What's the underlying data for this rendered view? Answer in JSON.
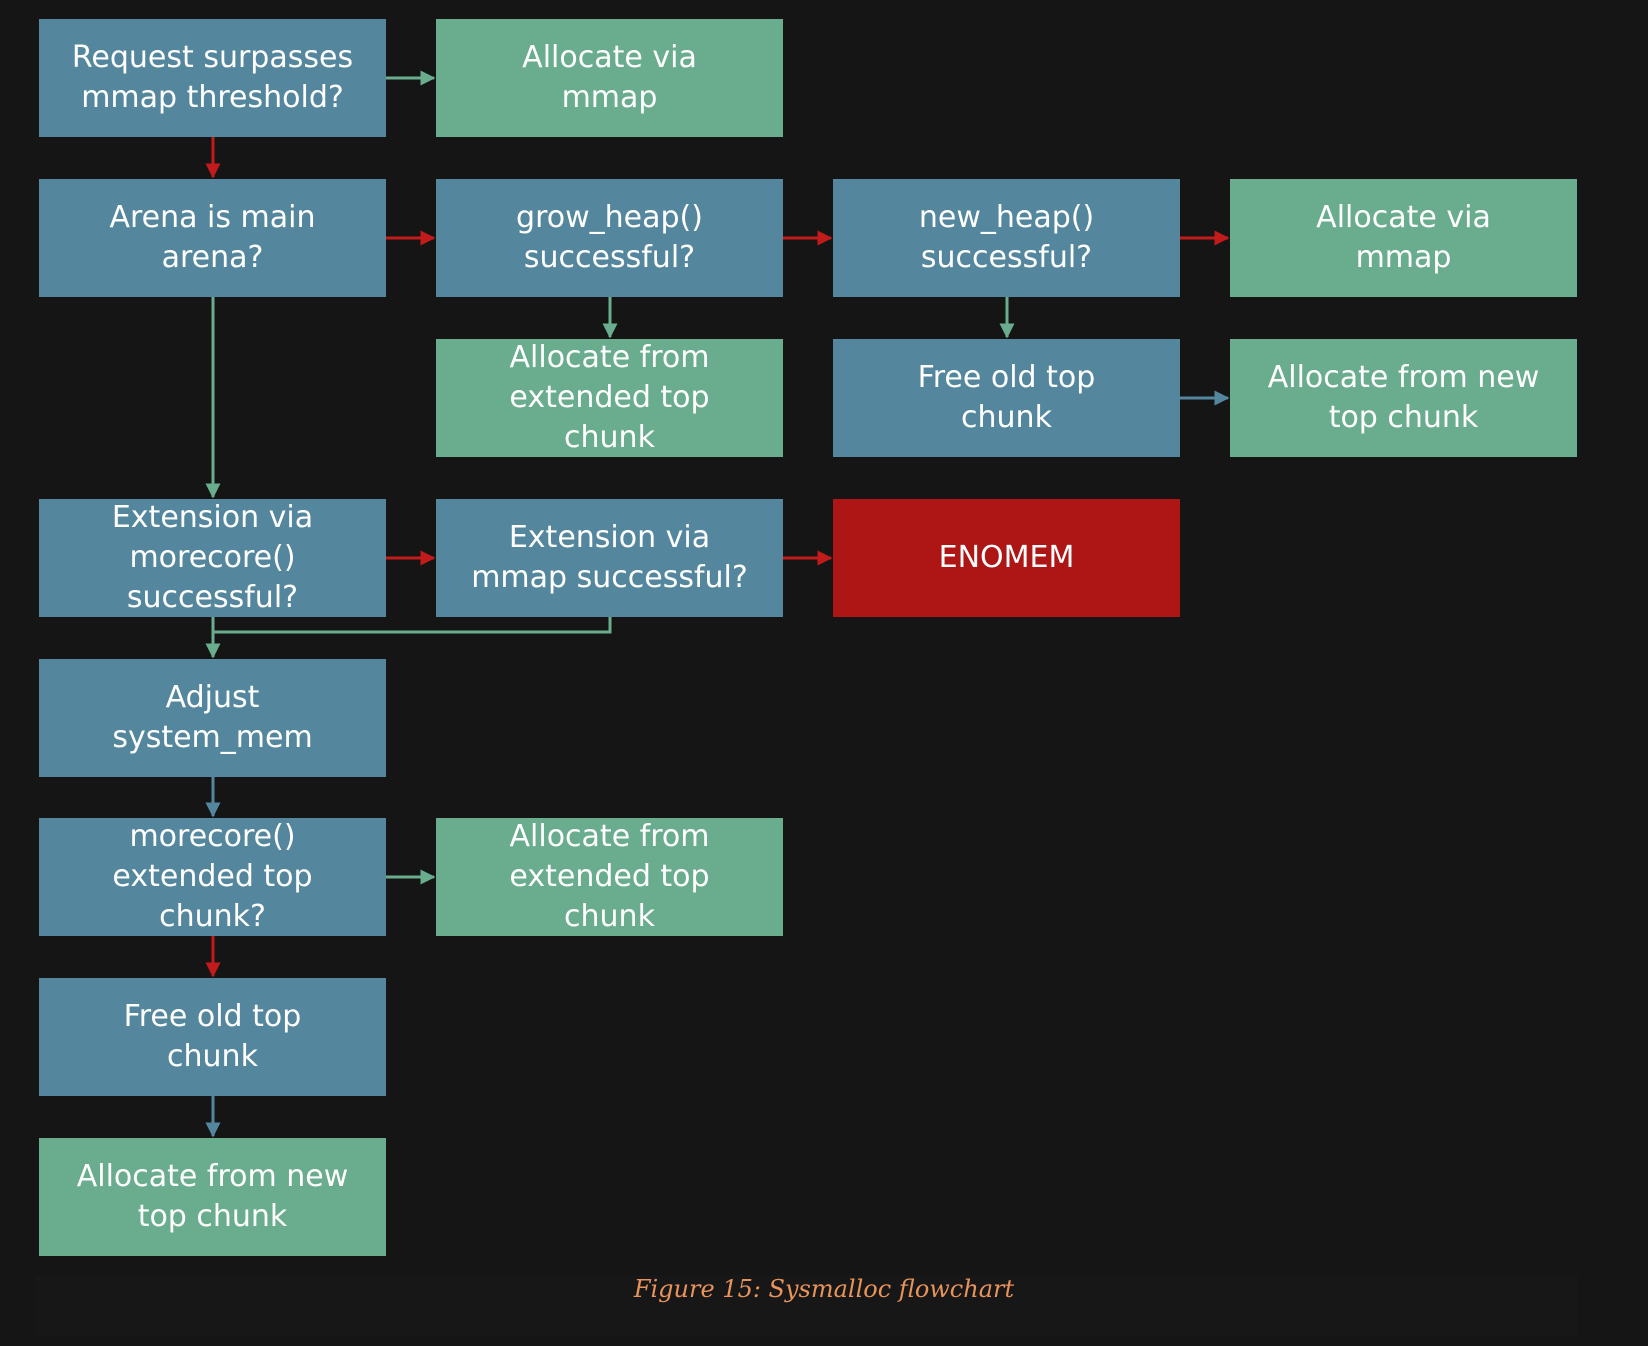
{
  "colors": {
    "background": "#151515",
    "decision": "#54879e",
    "action": "#6aad8e",
    "error": "#ae1515",
    "yes_arrow": "#6aad8e",
    "no_arrow": "#c21b1b",
    "flow_arrow": "#54879e",
    "caption": "#e8935a"
  },
  "nodes": [
    {
      "id": "mmap-threshold",
      "kind": "decision",
      "text": "Request surpasses\nmmap threshold?"
    },
    {
      "id": "allocate-mmap-1",
      "kind": "action",
      "text": "Allocate via\nmmap"
    },
    {
      "id": "arena-main",
      "kind": "decision",
      "text": "Arena is main\narena?"
    },
    {
      "id": "grow-heap",
      "kind": "decision",
      "text": "grow_heap()\nsuccessful?"
    },
    {
      "id": "new-heap",
      "kind": "decision",
      "text": "new_heap()\nsuccessful?"
    },
    {
      "id": "allocate-mmap-2",
      "kind": "action",
      "text": "Allocate via\nmmap"
    },
    {
      "id": "allocate-extended-1",
      "kind": "action",
      "text": "Allocate from\nextended top\nchunk"
    },
    {
      "id": "free-old-top-1",
      "kind": "decision",
      "text": "Free old top\nchunk"
    },
    {
      "id": "allocate-new-top-1",
      "kind": "action",
      "text": "Allocate from new\ntop chunk"
    },
    {
      "id": "morecore-extension",
      "kind": "decision",
      "text": "Extension via\nmorecore()\nsuccessful?"
    },
    {
      "id": "mmap-extension",
      "kind": "decision",
      "text": "Extension via\nmmap successful?"
    },
    {
      "id": "enomem",
      "kind": "error",
      "text": "ENOMEM"
    },
    {
      "id": "adjust-system-mem",
      "kind": "decision",
      "text": "Adjust\nsystem_mem"
    },
    {
      "id": "morecore-extended",
      "kind": "decision",
      "text": "morecore()\nextended top\nchunk?"
    },
    {
      "id": "allocate-extended-2",
      "kind": "action",
      "text": "Allocate from\nextended top\nchunk"
    },
    {
      "id": "free-old-top-2",
      "kind": "decision",
      "text": "Free old top\nchunk"
    },
    {
      "id": "allocate-new-top-2",
      "kind": "action",
      "text": "Allocate from new\ntop chunk"
    }
  ],
  "edges": [
    {
      "from": "mmap-threshold",
      "to": "allocate-mmap-1",
      "kind": "yes"
    },
    {
      "from": "mmap-threshold",
      "to": "arena-main",
      "kind": "no"
    },
    {
      "from": "arena-main",
      "to": "grow-heap",
      "kind": "no"
    },
    {
      "from": "arena-main",
      "to": "morecore-extension",
      "kind": "yes"
    },
    {
      "from": "grow-heap",
      "to": "new-heap",
      "kind": "no"
    },
    {
      "from": "grow-heap",
      "to": "allocate-extended-1",
      "kind": "yes"
    },
    {
      "from": "new-heap",
      "to": "allocate-mmap-2",
      "kind": "no"
    },
    {
      "from": "new-heap",
      "to": "free-old-top-1",
      "kind": "yes"
    },
    {
      "from": "free-old-top-1",
      "to": "allocate-new-top-1",
      "kind": "flow"
    },
    {
      "from": "morecore-extension",
      "to": "mmap-extension",
      "kind": "no"
    },
    {
      "from": "mmap-extension",
      "to": "enomem",
      "kind": "no"
    },
    {
      "from": "morecore-extension",
      "to": "adjust-system-mem",
      "kind": "yes"
    },
    {
      "from": "mmap-extension",
      "to": "adjust-system-mem",
      "kind": "yes"
    },
    {
      "from": "adjust-system-mem",
      "to": "morecore-extended",
      "kind": "flow"
    },
    {
      "from": "morecore-extended",
      "to": "allocate-extended-2",
      "kind": "yes"
    },
    {
      "from": "morecore-extended",
      "to": "free-old-top-2",
      "kind": "no"
    },
    {
      "from": "free-old-top-2",
      "to": "allocate-new-top-2",
      "kind": "flow"
    }
  ],
  "caption": "Figure 15: Sysmalloc flowchart"
}
